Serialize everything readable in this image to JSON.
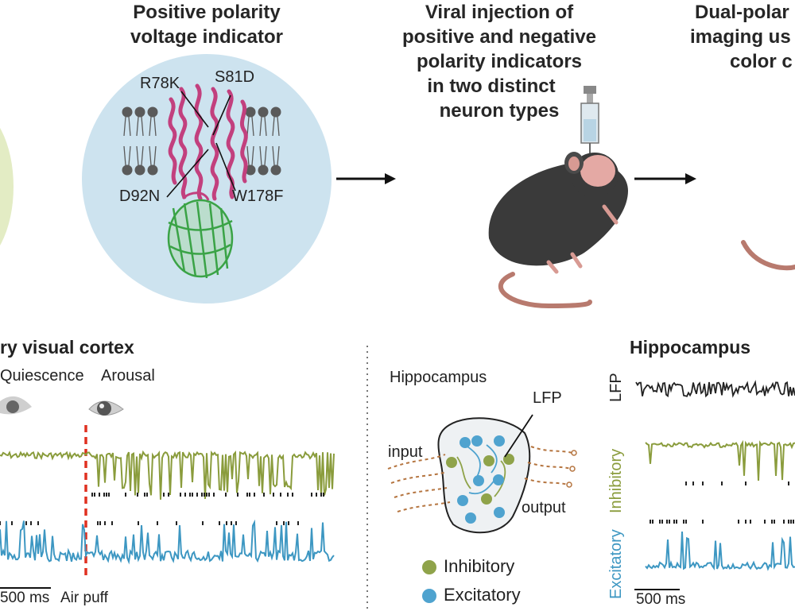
{
  "top": {
    "panel1_title": [
      "Positive polarity",
      "voltage indicator"
    ],
    "mutations": [
      "R78K",
      "S81D",
      "D92N",
      "W178F"
    ],
    "panel2_title": [
      "Viral injection of",
      "positive and negative",
      "polarity indicators",
      "in two distinct",
      "neuron types"
    ],
    "panel3_title": [
      "Dual-polar",
      "imaging us",
      "color c"
    ]
  },
  "cortex": {
    "title": "ry visual cortex",
    "state_left": "Quiescence",
    "state_right": "Arousal",
    "scalebar": "500 ms",
    "stimulus": "Air puff"
  },
  "schematic": {
    "title": "Hippocampus",
    "lfp": "LFP",
    "input": "input",
    "output": "output",
    "legend": [
      {
        "label": "Inhibitory",
        "color": "#8fa34a"
      },
      {
        "label": "Excitatory",
        "color": "#4fa3cf"
      }
    ]
  },
  "hippocampus": {
    "title": "Hippocampus",
    "lfp_label": "LFP",
    "inhib_label": "Inhibitory",
    "excit_label": "Excitatory",
    "scalebar": "500 ms"
  },
  "colors": {
    "green_trace": "#8a9c3c",
    "blue_trace": "#3d97c2",
    "protein_pink": "#c2407e",
    "membrane_gray": "#5a5a5a",
    "circle_blue": "#cde3ef",
    "mouse_body": "#3a3a3a",
    "tail": "#b87a6e",
    "red_dash": "#e03020"
  }
}
